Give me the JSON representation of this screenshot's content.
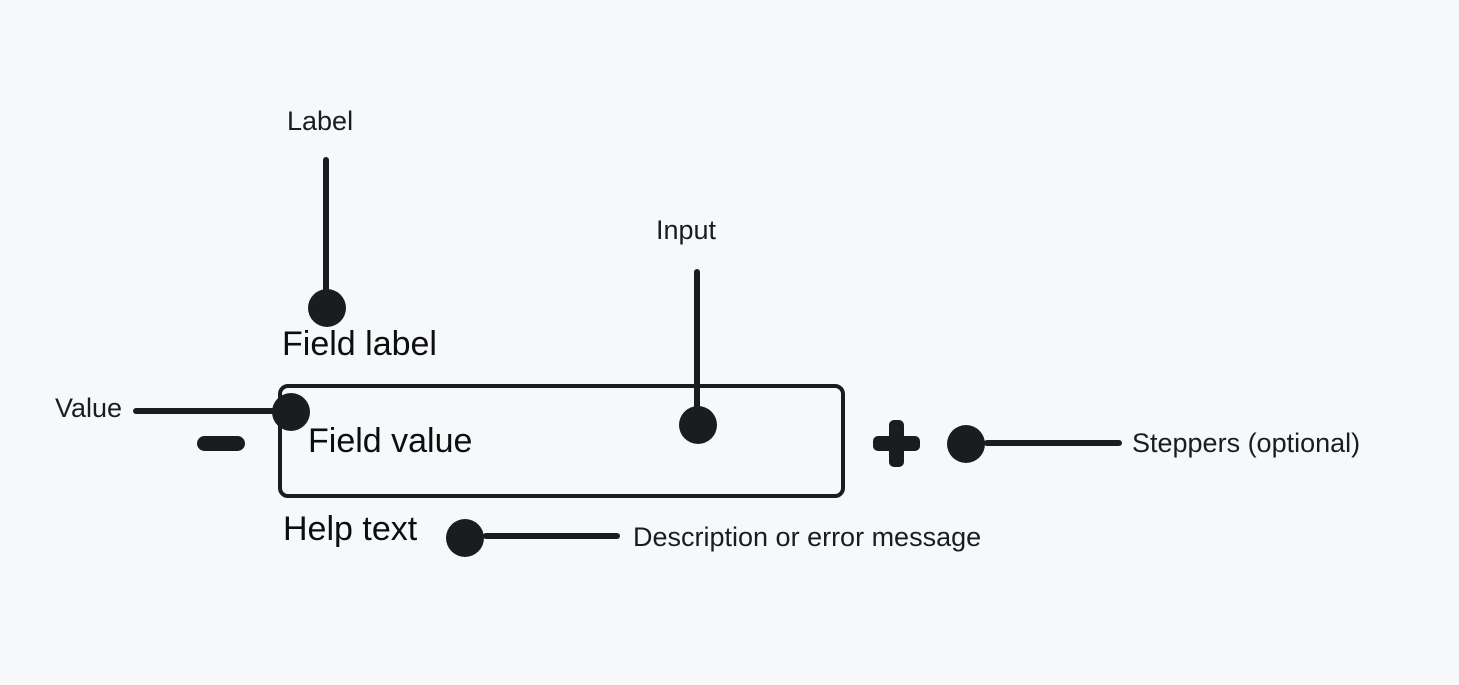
{
  "colors": {
    "background": "#F7F8F9",
    "ink": "#1A1C1F"
  },
  "field": {
    "label": "Field label",
    "value": "Field value",
    "help_text": "Help text"
  },
  "icons": {
    "minus": "−",
    "plus": "+"
  },
  "annotations": {
    "label": "Label",
    "input": "Input",
    "value": "Value",
    "steppers": "Steppers (optional)",
    "help": "Description or error message"
  }
}
